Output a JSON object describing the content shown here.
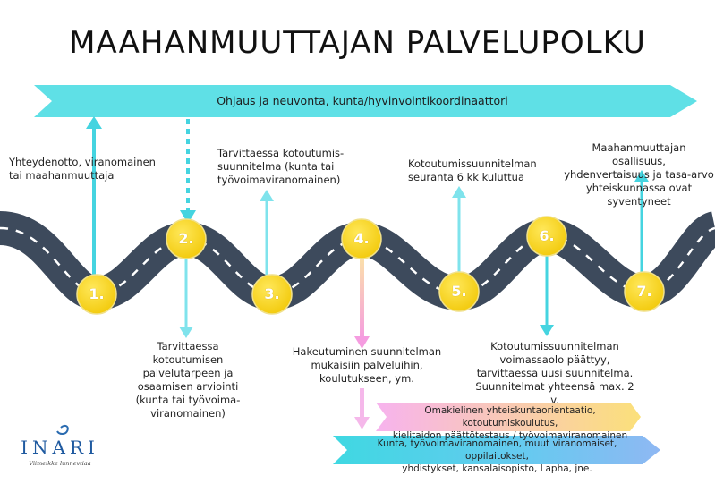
{
  "title": "MAAHANMUUTTAJAN PALVELUPOLKU",
  "top_banner": "Ohjaus ja neuvonta, kunta/hyvinvointikoordinaattori",
  "steps": [
    {
      "num": "1.",
      "text": [
        "Yhteydenotto, viranomainen",
        "tai maahanmuuttaja"
      ]
    },
    {
      "num": "2.",
      "text": [
        "Tarvittaessa",
        "kotoutumisen",
        "palvelutarpeen ja",
        "osaamisen arviointi",
        "(kunta tai työvoima-",
        "viranomainen)"
      ]
    },
    {
      "num": "3.",
      "text": [
        "Tarvittaessa kotoutumis-",
        "suunnitelma (kunta tai",
        "työvoimaviranomainen)"
      ]
    },
    {
      "num": "4.",
      "text": [
        "Hakeutuminen suunnitelman",
        "mukaisiin palveluihin,",
        "koulutukseen, ym."
      ]
    },
    {
      "num": "5.",
      "text": [
        "Kotoutumissuunnitelman",
        "seuranta 6 kk kuluttua"
      ]
    },
    {
      "num": "6.",
      "text": [
        "Kotoutumissuunnitelman",
        "voimassaolo päättyy,",
        "tarvittaessa uusi suunnitelma.",
        "Suunnitelmat yhteensä max. 2 v."
      ]
    },
    {
      "num": "7.",
      "text": [
        "Maahanmuuttajan osallisuus,",
        "yhdenvertaisuus ja tasa-arvo",
        "yhteiskunnassa ovat",
        "syventyneet"
      ]
    }
  ],
  "pink_banner": [
    "Omakielinen yhteiskuntaorientaatio, kotoutumiskoulutus,",
    "kielitaidon päättötestaus / työvoimaviranomainen"
  ],
  "blue_banner": [
    "Kunta, työvoimaviranomainen, muut viranomaiset, oppilaitokset,",
    "yhdistykset, kansalaisopisto, Lapha, jne."
  ],
  "logo": {
    "name": "INARI",
    "tagline": "Viimeikke lunnevtiaa"
  },
  "colors": {
    "road": "#3d4a5c",
    "cyan": "#5fe0e6",
    "arrow_blue": "#45d4e0",
    "circle": "#f5d418",
    "pink": "#f2a6e6"
  }
}
